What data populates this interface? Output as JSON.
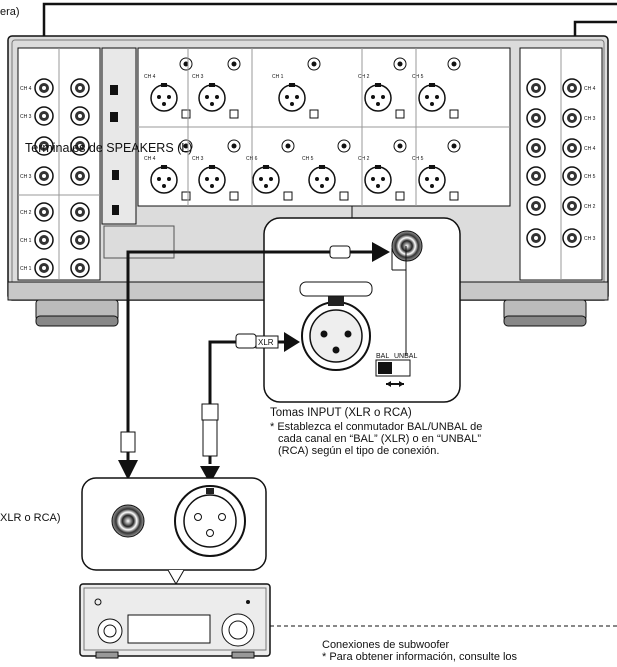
{
  "labels": {
    "top_left_fragment": "era)",
    "speaker_terminals": "Terminales de SPEAKERS (L)",
    "input_jacks_title": "Tomas INPUT (XLR o RCA)",
    "input_jacks_note_1": "* Establezca el conmutador BAL/UNBAL de",
    "input_jacks_note_2": "cada canal en “BAL” (XLR) o en “UNBAL”",
    "input_jacks_note_3": "(RCA) según el tipo de conexión.",
    "left_fragment": "XLR o RCA)",
    "subwoofer_title": "Conexiones de subwoofer",
    "subwoofer_note": "* Para obtener información, consulte los",
    "xlr_plug": "XLR",
    "bal": "BAL",
    "unbal": "UNBAL"
  },
  "channels": {
    "top_row": [
      "CH 4",
      "CH 3",
      "CH 1",
      "CH 2",
      "CH 5"
    ],
    "bottom_row": [
      "CH 4",
      "CH 3",
      "CH 6",
      "CH 5",
      "CH 2",
      "CH 5"
    ],
    "left_terminals": [
      "CH 4",
      "CH 3",
      "",
      "CH 3",
      "CH 2",
      "CH 1",
      "CH 1"
    ],
    "right_terminals": [
      "CH 4",
      "CH 3",
      "CH 4",
      "CH 5",
      "CH 2",
      "CH 3"
    ]
  }
}
